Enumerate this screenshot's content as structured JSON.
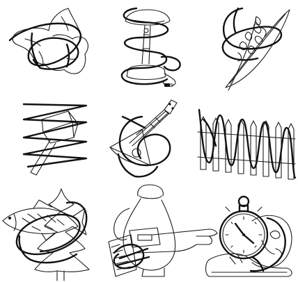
{
  "colors": {
    "background": "#ffffff",
    "ink": "#111111"
  },
  "panels": [
    {
      "id": "butterfly",
      "icon": "butterfly-overlapped-scribble-icon"
    },
    {
      "id": "lamp",
      "icon": "desk-lamp-overlapped-scribble-icon"
    },
    {
      "id": "lily",
      "icon": "lily-of-the-valley-overlapped-scribble-icon"
    },
    {
      "id": "hammer",
      "icon": "hammer-overlapped-zigzag-icon"
    },
    {
      "id": "balalaika",
      "icon": "balalaika-overlapped-scribble-icon"
    },
    {
      "id": "fence",
      "icon": "picket-fence-overlapped-wave-icon"
    },
    {
      "id": "fish",
      "icon": "fish-on-tree-overlapped-scribble-icon"
    },
    {
      "id": "jug",
      "icon": "jug-with-hand-and-comb-overlapped-icon"
    },
    {
      "id": "stopwatch",
      "icon": "stopwatch-with-mask-and-shoe-overlapped-icon"
    }
  ]
}
